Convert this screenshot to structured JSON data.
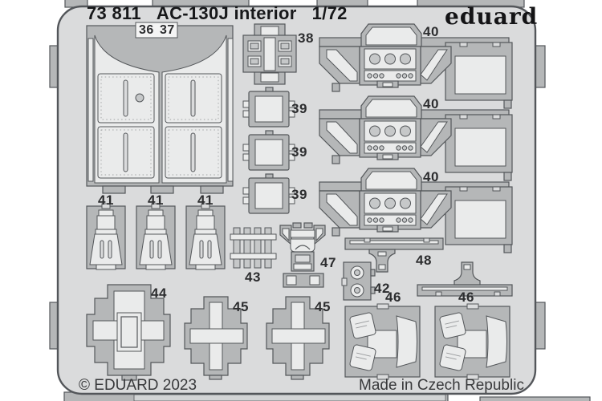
{
  "header": {
    "catalog_number": "73 811",
    "title": "AC-130J interior",
    "scale": "1/72",
    "brand_logo": "eduard"
  },
  "footer": {
    "copyright": "© EDUARD 2023",
    "origin": "Made in Czech Republic"
  },
  "part_labels": [
    {
      "part": "36",
      "label": "36"
    },
    {
      "part": "37",
      "label": "37"
    },
    {
      "part": "38",
      "label": "38"
    },
    {
      "part": "39",
      "label": "39"
    },
    {
      "part": "39",
      "label": "39"
    },
    {
      "part": "39",
      "label": "39"
    },
    {
      "part": "40",
      "label": "40"
    },
    {
      "part": "40",
      "label": "40"
    },
    {
      "part": "40",
      "label": "40"
    },
    {
      "part": "41",
      "label": "41"
    },
    {
      "part": "41",
      "label": "41"
    },
    {
      "part": "41",
      "label": "41"
    },
    {
      "part": "43",
      "label": "43"
    },
    {
      "part": "47",
      "label": "47"
    },
    {
      "part": "42",
      "label": "42"
    },
    {
      "part": "48",
      "label": "48"
    },
    {
      "part": "44",
      "label": "44"
    },
    {
      "part": "45",
      "label": "45"
    },
    {
      "part": "45",
      "label": "45"
    },
    {
      "part": "46",
      "label": "46"
    },
    {
      "part": "46",
      "label": "46"
    }
  ],
  "colors": {
    "page_background": "#ffffff",
    "fret_sheet": "#dadbdc",
    "carrier_metal": "#b5b7b8",
    "etched_face": "#eaebeb",
    "outline": "#54575a",
    "text": "#17181a"
  }
}
